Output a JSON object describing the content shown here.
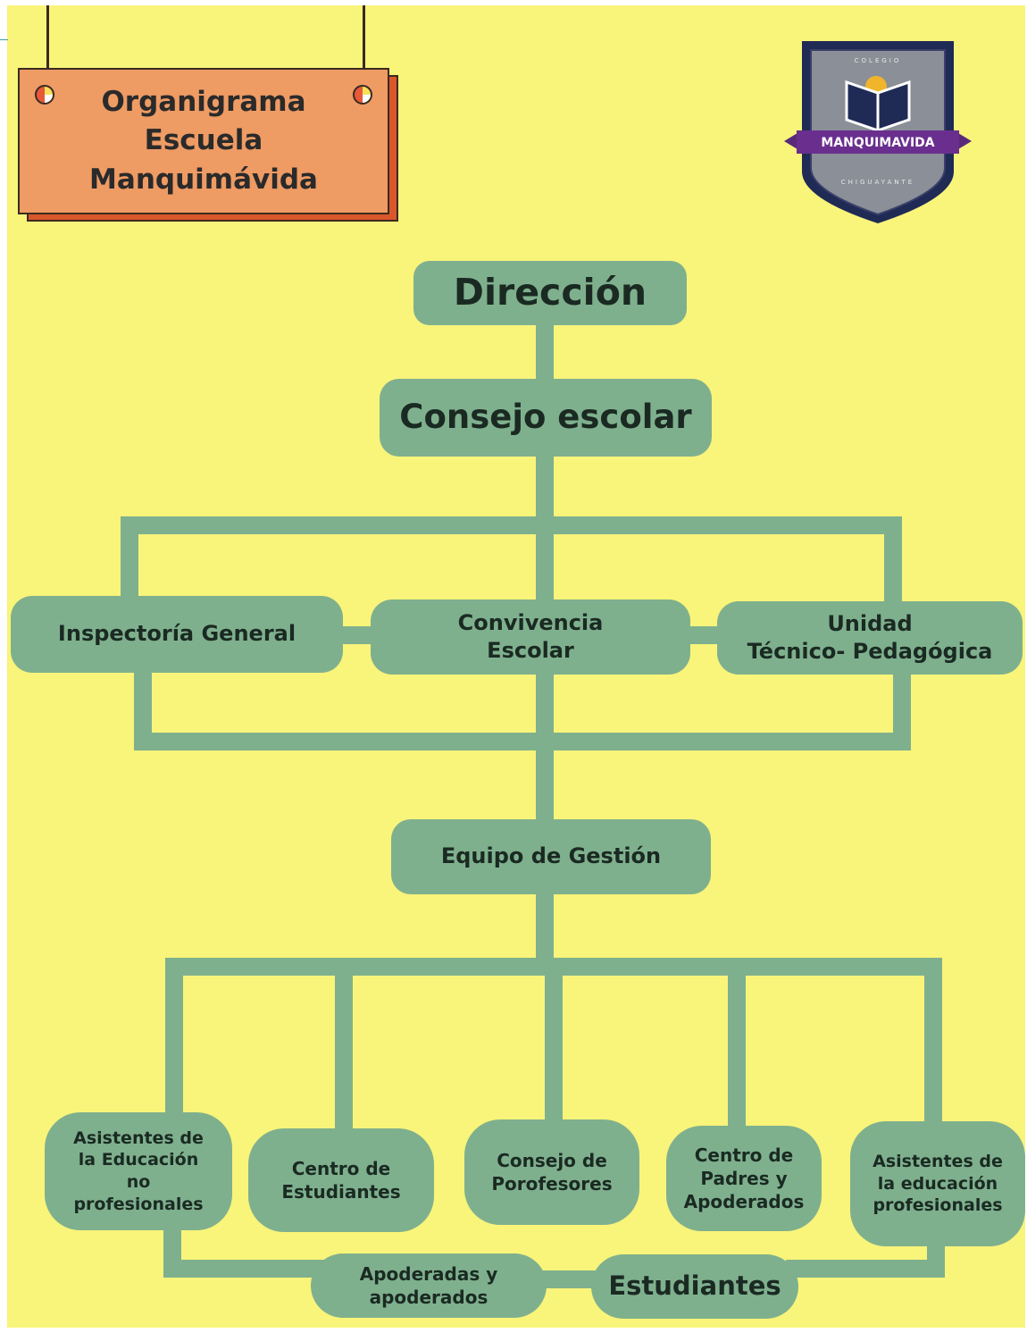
{
  "header": {
    "title": "Organigrama\nEscuela\nManquimávida"
  },
  "logo": {
    "top_text": "COLEGIO",
    "name": "MANQUIMAVIDA",
    "bottom_text": "CHIGUAYANTE"
  },
  "nodes": {
    "direccion": "Dirección",
    "consejo_escolar": "Consejo escolar",
    "inspectoria_general": "Inspectoría General",
    "convivencia_escolar": "Convivencia\nEscolar",
    "utp": "Unidad\nTécnico- Pedagógica",
    "equipo_gestion": "Equipo de Gestión",
    "asistentes_no_prof": "Asistentes de\nla Educación\nno\nprofesionales",
    "centro_estudiantes": "Centro de\nEstudiantes",
    "consejo_profesores": "Consejo de\nPorofesores",
    "centro_padres": "Centro de\nPadres y\nApoderados",
    "asistentes_prof": "Asistentes de\nla educación\nprofesionales",
    "apoderados": "Apoderadas y\napoderados",
    "estudiantes": "Estudiantes"
  },
  "colors": {
    "background": "#f9f47a",
    "node": "#7fb08e",
    "connector": "#7fb08e",
    "sign": "#ee9b64",
    "sign_shadow": "#d9572a"
  }
}
